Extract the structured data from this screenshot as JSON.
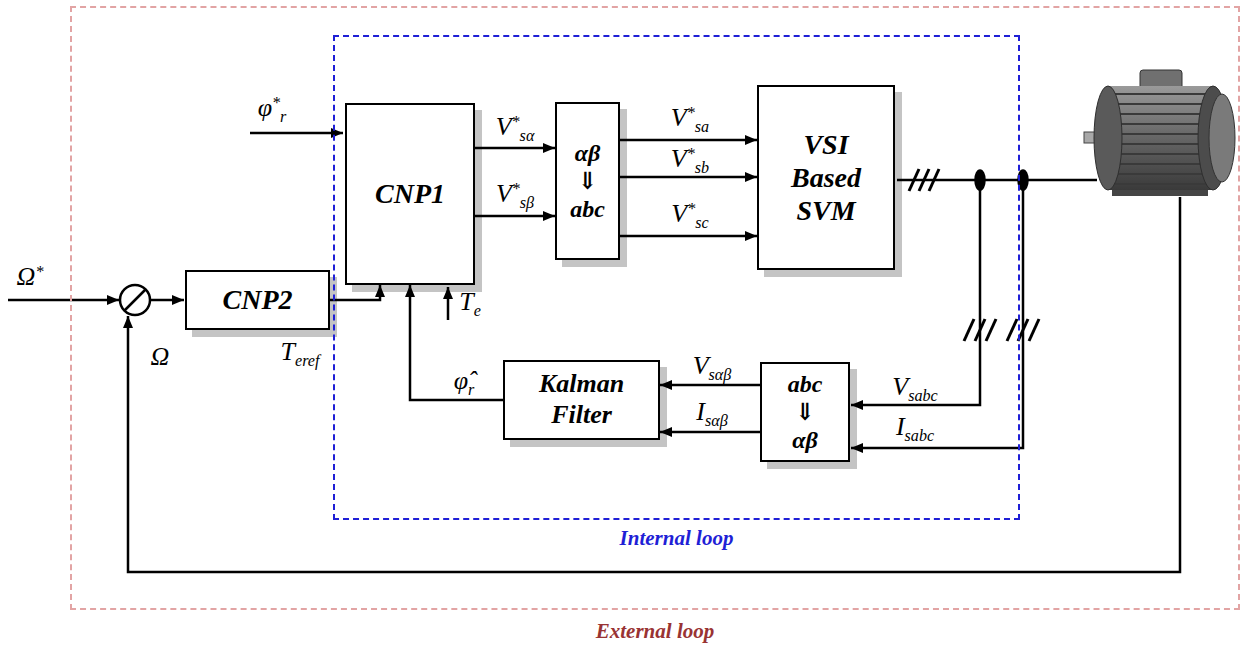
{
  "diagram": {
    "nodes": [
      {
        "text": [
          "External loop"
        ]
      },
      {
        "text": [
          "Internal loop"
        ],
        "in": 0
      },
      {
        "text": [
          "CNP1"
        ],
        "in": 1
      },
      {
        "text": [
          "αβ ⇓ abc"
        ],
        "in": 1
      },
      {
        "text": [
          "VSI Based SVM"
        ],
        "in": 1
      },
      {
        "text": [
          "Kalman Filter"
        ],
        "in": 1
      },
      {
        "text": [
          "abc ⇓ αβ"
        ],
        "in": 1
      },
      {
        "text": [
          "CNP2"
        ],
        "in": 0
      }
    ],
    "edges": [
      {
        "from": 2,
        "to": 3,
        "label": "V*sα",
        "arrow": "to"
      },
      {
        "from": 2,
        "to": 3,
        "label": "V*sβ",
        "arrow": "to"
      },
      {
        "from": 3,
        "to": 4,
        "label": "V*sa",
        "arrow": "to"
      },
      {
        "from": 3,
        "to": 4,
        "label": "V*sb",
        "arrow": "to"
      },
      {
        "from": 3,
        "to": 4,
        "label": "V*sc",
        "arrow": "to"
      },
      {
        "from": 6,
        "to": 5,
        "label": "Vsαβ",
        "arrow": "to"
      },
      {
        "from": 6,
        "to": 5,
        "label": "Isαβ",
        "arrow": "to"
      },
      {
        "from": 5,
        "to": 2,
        "label": "φ̂r",
        "arrow": "to"
      },
      {
        "from": 7,
        "to": 2,
        "label": "Teref",
        "arrow": "to"
      }
    ],
    "labels": [
      "φ*r",
      "Ω*",
      "Te",
      "Ω",
      "Vsabc",
      "Isabc"
    ]
  }
}
